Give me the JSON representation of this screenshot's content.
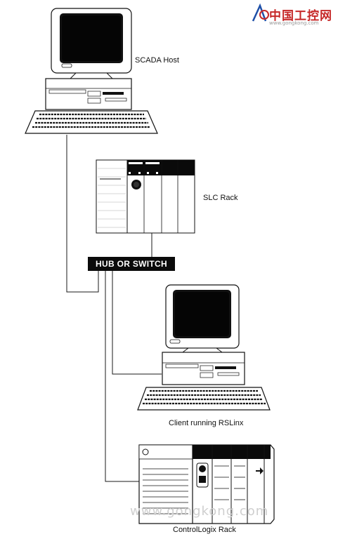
{
  "watermark": {
    "logo_text": "中国工控网",
    "url": "www.gongkong.com",
    "bottom_text": "www.gongkong.com"
  },
  "nodes": {
    "scada_host": "SCADA Host",
    "slc_rack": "SLC Rack",
    "hub": "HUB OR SWITCH",
    "client": "Client running RSLinx",
    "controllogix": "ControlLogix Rack"
  },
  "colors": {
    "line": "#1a1a1a",
    "hub_bg": "#0b0b0b",
    "logo_red": "#c62828",
    "logo_blue": "#1e4fa8"
  }
}
